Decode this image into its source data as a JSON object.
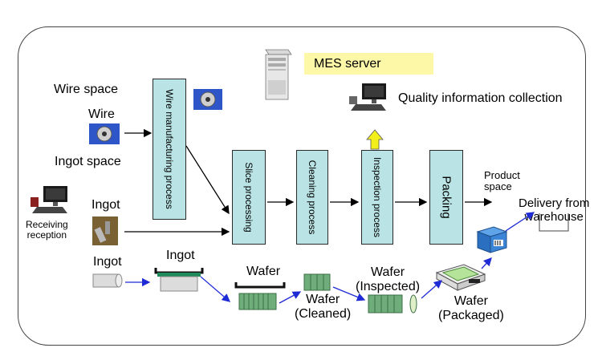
{
  "labels": {
    "mes_server": "MES server",
    "quality": "Quality information collection",
    "wire_space": "Wire space",
    "wire": "Wire",
    "ingot_space": "Ingot space",
    "ingot": "Ingot",
    "receiving": "Receiving\nreception",
    "ingot_bottom": "Ingot",
    "ingot_mid": "Ingot",
    "wafer": "Wafer",
    "wafer_cleaned": "Wafer\n(Cleaned)",
    "wafer_inspected": "Wafer\n(Inspected)",
    "wafer_packaged": "Wafer\n(Packaged)",
    "product_space": "Product\nspace",
    "delivery": "Delivery from\nwarehouse"
  },
  "processes": {
    "wire_manufacturing": "Wire manufacturing process",
    "slice": "Slice processing",
    "cleaning": "Cleaning process",
    "inspection": "Inspection process",
    "packing": "Packing"
  },
  "colors": {
    "process_fill": "#b9e3e4",
    "mes_highlight": "#fdf7a8",
    "flow_arrow": "#1f2bd4",
    "data_arrow": "#f2ef1a"
  },
  "icons": [
    "server-icon",
    "computer-terminal-icon",
    "wire-spool-icon",
    "ingot-icon",
    "wafer-stack-icon",
    "package-box-icon"
  ]
}
